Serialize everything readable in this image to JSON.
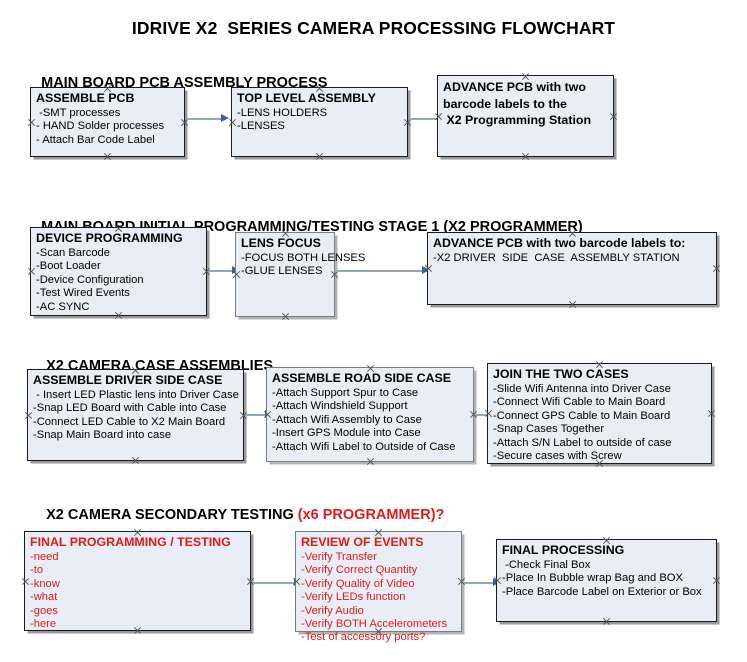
{
  "document": {
    "title": "IDRIVE X2  SERIES CAMERA PROCESSING FLOWCHART",
    "accent_red": "#e01b1b",
    "node_fill": "#e9edf5",
    "connector_color": "#8fa8c0",
    "arrowhead_color": "#3b62a8"
  },
  "sections": [
    {
      "heading": "MAIN BOARD PCB ASSEMBLY PROCESS",
      "heading_red": "",
      "nodes": [
        {
          "title": "ASSEMBLE PCB",
          "lines": [
            " -SMT processes",
            "- HAND Solder processes",
            "- Attach Bar Code Label"
          ]
        },
        {
          "title": "TOP LEVEL ASSEMBLY",
          "lines": [
            "-LENS HOLDERS",
            "-LENSES"
          ]
        },
        {
          "title_lines": [
            "ADVANCE PCB with two",
            "barcode labels to the",
            " X2 Programming Station"
          ],
          "lines": []
        }
      ]
    },
    {
      "heading": "MAIN BOARD INITIAL PROGRAMMING/TESTING STAGE 1 (X2 PROGRAMMER)",
      "heading_red": "",
      "nodes": [
        {
          "title": "DEVICE PROGRAMMING",
          "lines": [
            "-Scan Barcode",
            "-Boot Loader",
            "-Device Configuration",
            "-Test Wired Events",
            "-AC SYNC"
          ]
        },
        {
          "title": "LENS FOCUS",
          "lines": [
            "-FOCUS BOTH LENSES",
            "-GLUE LENSES"
          ]
        },
        {
          "title": "ADVANCE PCB with two barcode labels to:",
          "lines": [
            "-X2 DRIVER  SIDE  CASE  ASSEMBLY STATION"
          ]
        }
      ]
    },
    {
      "heading": "X2 CAMERA CASE ASSEMBLIES",
      "heading_red": "",
      "nodes": [
        {
          "title": "ASSEMBLE DRIVER SIDE CASE",
          "lines": [
            " - Insert LED Plastic lens into Driver Case",
            "-Snap LED Board with Cable into Case",
            "-Connect LED Cable to X2 Main Board",
            "-Snap Main Board into case"
          ]
        },
        {
          "title": "ASSEMBLE ROAD SIDE CASE",
          "lines": [
            "-Attach Support Spur to Case",
            "-Attach Windshield Support",
            "-Attach Wifi Assembly to Case",
            "-Insert GPS Module into Case",
            "-Attach Wifi Label to Outside of Case"
          ]
        },
        {
          "title": "JOIN THE TWO CASES",
          "lines": [
            "-Slide Wifi Antenna into Driver Case",
            "-Connect Wifi Cable to Main Board",
            "-Connect GPS Cable to Main Board",
            "-Snap Cases Together",
            "-Attach S/N Label to outside of case",
            "-Secure cases with Screw"
          ]
        }
      ]
    },
    {
      "heading": "X2 CAMERA SECONDARY TESTING ",
      "heading_red": "(x6 PROGRAMMER)?",
      "nodes": [
        {
          "title": "FINAL PROGRAMMING / TESTING",
          "lines": [
            "-need",
            "-to",
            "-know",
            "-what",
            "-goes",
            "-here"
          ]
        },
        {
          "title": "REVIEW OF EVENTS",
          "lines": [
            "-Verify Transfer",
            "-Verify Correct Quantity",
            "-Verify Quality of Video",
            "-Verify LEDs function",
            "-Verify Audio",
            "-Verify BOTH Accelerometers"
          ],
          "overflow_line": "-Test of accessory ports?"
        },
        {
          "title": "FINAL PROCESSING",
          "lines": [
            " -Check Final Box",
            "-Place In Bubble wrap Bag and BOX",
            "-Place Barcode Label on Exterior or Box"
          ]
        }
      ]
    }
  ]
}
